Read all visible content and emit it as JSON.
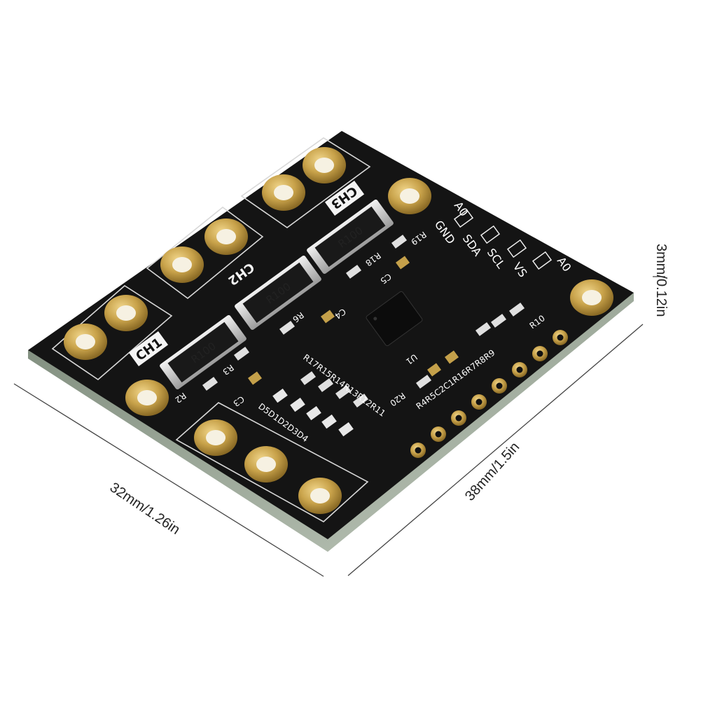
{
  "dimensions": {
    "width": "32mm/1.26in",
    "length": "38mm/1.5in",
    "thickness": "3mm/0.12in"
  },
  "board": {
    "channels": [
      "CH1",
      "CH2",
      "CH3"
    ],
    "shunt_resistors": [
      "R100",
      "R100",
      "R100"
    ],
    "pin_labels": [
      "A0",
      "GND",
      "SDA",
      "SCL",
      "VS",
      "A0"
    ],
    "component_labels": [
      "R19",
      "R18",
      "R6",
      "R3",
      "R2",
      "C5",
      "C4",
      "C3",
      "C2",
      "C1",
      "U1",
      "R17",
      "R15",
      "R14",
      "R13",
      "R12",
      "R11",
      "R16",
      "R7",
      "R8",
      "R9",
      "R10",
      "R4",
      "R5",
      "D1",
      "D2",
      "D3",
      "D4",
      "D5",
      "R20"
    ],
    "silk_strings": {
      "lower_left": "R2",
      "c3": "C3",
      "leds": "D5D1D2D3D4",
      "resistor_row": "R17R15R14R13R12R11",
      "r20": "R20",
      "bottom_row": "R4R5C2C1R16R7R8R9",
      "r10": "R10",
      "r3": "R3",
      "r6": "R6",
      "r18": "R18",
      "c5": "C5",
      "c4": "C4",
      "u1": "U1",
      "r19": "R19"
    },
    "colors": {
      "pcb": "#141414",
      "pad_gold": "#c8a24a",
      "silkscreen": "#ffffff",
      "led": "#e8e8e8"
    }
  }
}
